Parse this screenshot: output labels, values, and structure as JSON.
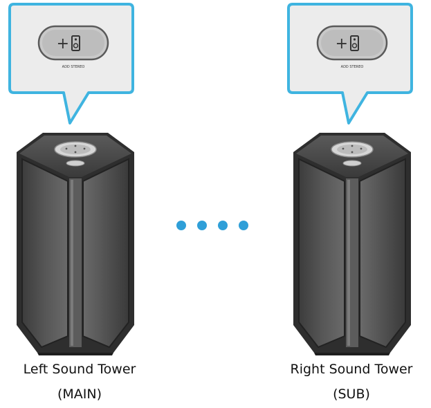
{
  "towers": [
    {
      "name": "Left Sound Tower",
      "role": "(MAIN)",
      "button_label": "ADD STEREO",
      "button_icon": "plus-speaker-icon"
    },
    {
      "name": "Right Sound Tower",
      "role": "(SUB)",
      "button_label": "ADD STEREO",
      "button_icon": "plus-speaker-icon"
    }
  ],
  "colors": {
    "callout_border": "#3fb4e0",
    "callout_fill": "#ececec",
    "tower_body": "#4a4a4a",
    "dot": "#2f9fd8"
  }
}
